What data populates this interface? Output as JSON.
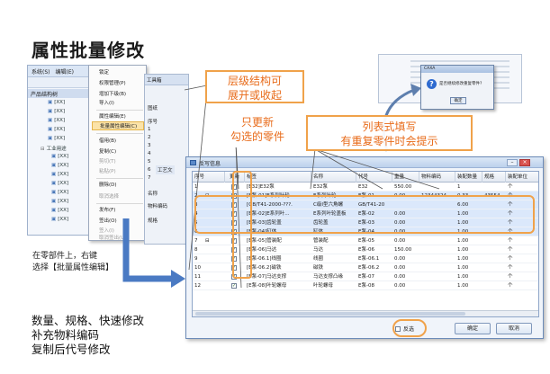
{
  "title": "属性批量修改",
  "left_note": [
    "在零部件上，右键",
    "选择【批量属性编辑】"
  ],
  "summary": [
    "数量、规格、快速修改",
    "补充物料编码",
    "复制后代号修改"
  ],
  "callouts": {
    "hierarchy": [
      "层级结构可",
      "展开或收起"
    ],
    "checked_only": [
      "只更新",
      "勾选的零件"
    ],
    "list_fill": [
      "列表式填写",
      "有重复零件时会提示"
    ]
  },
  "tree_app": {
    "menus": [
      "系统(S)",
      "编辑(E)"
    ],
    "subbar": "产品结构树",
    "nodes": [
      "[XX]",
      "[XX]",
      "[XX]",
      "[XX]",
      "[XX]",
      "工业用途",
      "[XX]",
      "[XX]",
      "[XX]",
      "[XX]",
      "[XX]",
      "[XX]",
      "[XX]",
      "[XX]"
    ]
  },
  "context_menu": {
    "items": [
      {
        "label": "锁定",
        "dim": false
      },
      {
        "label": "权限管理(P)",
        "dim": false
      },
      {
        "label": "增加下级(B)",
        "dim": false
      },
      {
        "label": "导入(I)",
        "dim": false
      },
      {
        "label": "属性编辑(E)",
        "dim": false
      },
      {
        "label": "批量属性编辑(C)",
        "dim": false,
        "highlight": true
      },
      {
        "label": "借用(B)",
        "dim": false
      },
      {
        "label": "复制(C)",
        "dim": false
      },
      {
        "label": "剪切(T)",
        "dim": true
      },
      {
        "label": "粘贴(P)",
        "dim": true
      },
      {
        "label": "删除(D)",
        "dim": false
      },
      {
        "label": "取消选择",
        "dim": true
      },
      {
        "label": "发布(F)",
        "dim": false
      },
      {
        "label": "签出(O)",
        "dim": false
      },
      {
        "label": "签入(I)",
        "dim": true
      },
      {
        "label": "取消签出(U)",
        "dim": true
      }
    ]
  },
  "mid_form": {
    "tab": "工具箱",
    "labels": [
      "图纸",
      "序号",
      "1",
      "2",
      "3",
      "4",
      "5",
      "6",
      "7",
      "名称",
      "物料编码",
      "规格"
    ],
    "subtab": "工艺文"
  },
  "msgbox": {
    "title": "CAXA",
    "text": "是否继续修改重复零件?",
    "ok": "确定"
  },
  "dialog": {
    "title": "反写信息",
    "columns": [
      "序号",
      "更新",
      "标签",
      "名称",
      "代号",
      "重量",
      "物料编码",
      "装配数量",
      "规格",
      "装配单位"
    ],
    "rows": [
      {
        "no": "1",
        "tree": "",
        "checked": true,
        "tag": "[E32]E32泵",
        "name": "E32泵",
        "code": "E32",
        "weight": "550.00",
        "material": "",
        "qty": "1",
        "spec": "",
        "unit": "个"
      },
      {
        "no": "2",
        "tree": "⊟",
        "checked": true,
        "tag": "[E泵-01]E系列叶轮",
        "name": "E系列叶轮",
        "code": "E泵-01",
        "weight": "0.00",
        "material": "12344324",
        "qty": "0.33",
        "spec": "43554",
        "unit": "个"
      },
      {
        "no": "3",
        "tree": "",
        "checked": true,
        "tag": "[GB/T41-2000-???.",
        "name": "C级I型六角螺",
        "code": "GB/T41-20",
        "weight": "",
        "material": "",
        "qty": "6.00",
        "spec": "",
        "unit": "个"
      },
      {
        "no": "4",
        "tree": "",
        "checked": true,
        "tag": "[E泵-02]E系列叶...",
        "name": "E系列叶轮盖板",
        "code": "E泵-02",
        "weight": "0.00",
        "material": "",
        "qty": "1.00",
        "spec": "",
        "unit": "个"
      },
      {
        "no": "5",
        "tree": "",
        "checked": true,
        "tag": "[E泵-03]齿轮盖",
        "name": "齿轮盖",
        "code": "E泵-03",
        "weight": "0.00",
        "material": "",
        "qty": "1.00",
        "spec": "",
        "unit": "个"
      },
      {
        "no": "6",
        "tree": "",
        "checked": true,
        "tag": "[E泵-04]缸体",
        "name": "缸体",
        "code": "E泵-04",
        "weight": "0.00",
        "material": "",
        "qty": "1.00",
        "spec": "",
        "unit": "个"
      },
      {
        "no": "7",
        "tree": "⊟",
        "checked": true,
        "tag": "[E泵-05]管装配",
        "name": "管装配",
        "code": "E泵-05",
        "weight": "0.00",
        "material": "",
        "qty": "1.00",
        "spec": "",
        "unit": "个"
      },
      {
        "no": "8",
        "tree": "",
        "checked": true,
        "tag": "[E泵-06]马达",
        "name": "马达",
        "code": "E泵-06",
        "weight": "150.00",
        "material": "",
        "qty": "1.00",
        "spec": "",
        "unit": "个"
      },
      {
        "no": "9",
        "tree": "",
        "checked": true,
        "tag": "[E泵-06.1]线圈",
        "name": "线圈",
        "code": "E泵-06.1",
        "weight": "0.00",
        "material": "",
        "qty": "1.00",
        "spec": "",
        "unit": "个"
      },
      {
        "no": "10",
        "tree": "",
        "checked": true,
        "tag": "[E泵-06.2]磁铁",
        "name": "磁铁",
        "code": "E泵-06.2",
        "weight": "0.00",
        "material": "",
        "qty": "1.00",
        "spec": "",
        "unit": "个"
      },
      {
        "no": "11",
        "tree": "",
        "checked": true,
        "tag": "[E泵-07]马达支撑",
        "name": "马达支撑凸缘",
        "code": "E泵-07",
        "weight": "0.00",
        "material": "",
        "qty": "1.00",
        "spec": "",
        "unit": "个"
      },
      {
        "no": "12",
        "tree": "",
        "checked": true,
        "tag": "[E泵-08]叶轮螺母",
        "name": "叶轮螺母",
        "code": "E泵-08",
        "weight": "0.00",
        "material": "",
        "qty": "1.00",
        "spec": "",
        "unit": "个"
      }
    ],
    "invert_label": "反选",
    "ok_label": "确定",
    "cancel_label": "取消"
  },
  "colors": {
    "accent": "#f0a24a",
    "callout_text": "#e86b1a",
    "arrow": "#4a7ac3"
  }
}
